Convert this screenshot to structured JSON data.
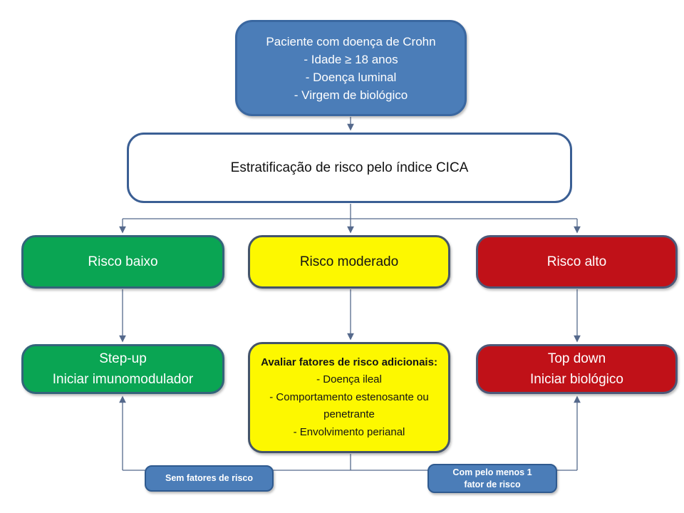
{
  "colors": {
    "blue_fill": "#4b7db8",
    "blue_border": "#3a67a0",
    "cica_border": "#3b5f94",
    "green_fill": "#0aa553",
    "green_border": "#33647a",
    "yellow_fill": "#fdf800",
    "yellow_border": "#44546a",
    "red_fill": "#c01118",
    "red_border": "#4d5878",
    "white_fill": "#ffffff",
    "tag_border": "#2f5a8f",
    "connector": "#55698c"
  },
  "flowchart": {
    "patient": {
      "lines": [
        "Paciente com doença de Crohn",
        "- Idade ≥ 18 anos",
        "- Doença luminal",
        "- Virgem de biológico"
      ]
    },
    "stratification": {
      "label": "Estratificação de risco pelo índice CICA"
    },
    "risk_low": {
      "label": "Risco baixo"
    },
    "risk_moderate": {
      "label": "Risco moderado"
    },
    "risk_high": {
      "label": "Risco alto"
    },
    "step_up": {
      "lines": [
        "Step-up",
        "Iniciar imunomodulador"
      ]
    },
    "assess": {
      "title": "Avaliar fatores de risco adicionais:",
      "items": [
        "- Doença ileal",
        "- Comportamento estenosante ou penetrante",
        "- Envolvimento perianal"
      ]
    },
    "top_down": {
      "lines": [
        "Top down",
        "Iniciar biológico"
      ]
    },
    "no_risk_factors": {
      "label": "Sem fatores de risco"
    },
    "with_risk_factors": {
      "lines": [
        "Com pelo menos 1",
        "fator de risco"
      ]
    }
  }
}
